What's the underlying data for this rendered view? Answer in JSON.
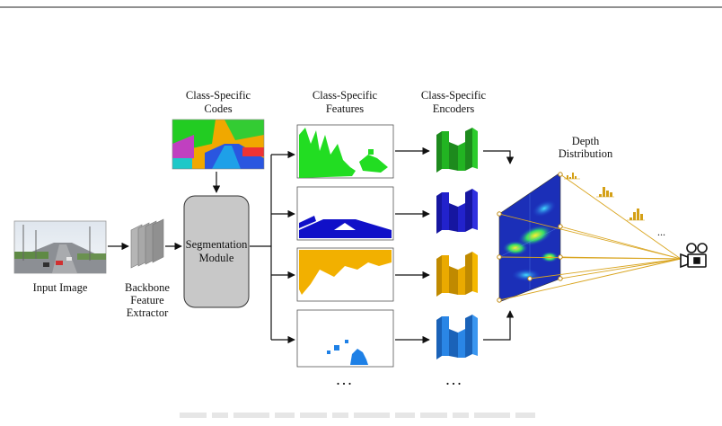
{
  "labels": {
    "codes_l1": "Class-Specific",
    "codes_l2": "Codes",
    "features_l1": "Class-Specific",
    "features_l2": "Features",
    "encoders_l1": "Class-Specific",
    "encoders_l2": "Encoders",
    "depth_l1": "Depth",
    "depth_l2": "Distribution",
    "input_image": "Input Image",
    "backbone_l1": "Backbone",
    "backbone_l2": "Feature",
    "backbone_l3": "Extractor",
    "seg_l1": "Segmentation",
    "seg_l2": "Module",
    "ellipsis": "...",
    "ellipsis_small": "..."
  },
  "colors": {
    "class1": "#22cc22",
    "class2": "#1a1ad0",
    "class3": "#f0b000",
    "class4": "#1e7ee0",
    "module": "#c8c8c8",
    "arrow": "#111111",
    "ray": "#d9a520",
    "bars": "#d4a017"
  }
}
